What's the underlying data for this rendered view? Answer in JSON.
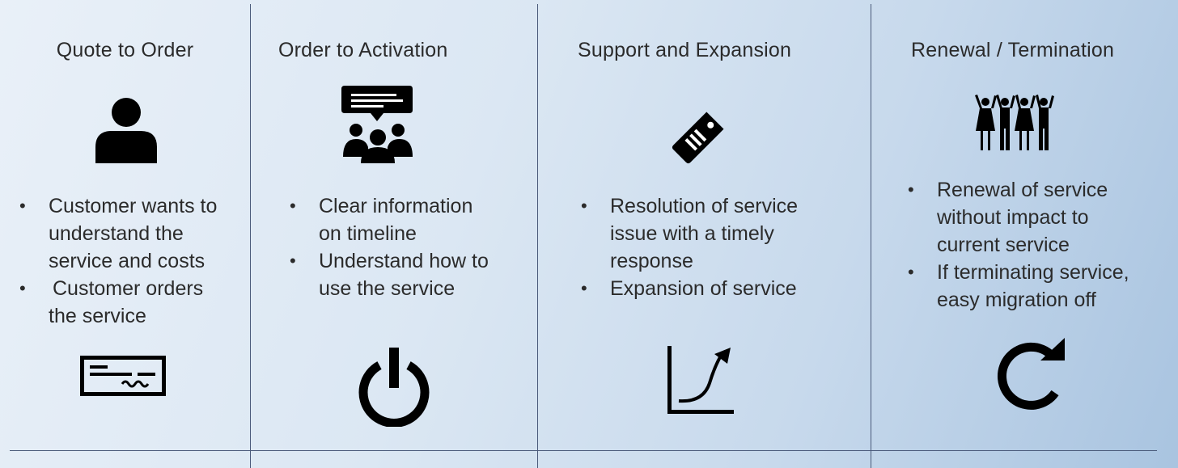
{
  "columns": [
    {
      "title": "Quote to Order",
      "top_icon": "person-icon",
      "bullets": [
        "Customer wants to understand the service and costs",
        "Customer orders the service"
      ],
      "bottom_icon": "check-icon"
    },
    {
      "title": "Order to Activation",
      "top_icon": "meeting-icon",
      "bullets": [
        "Clear information on timeline",
        "Understand how to use the service"
      ],
      "bottom_icon": "power-icon"
    },
    {
      "title": "Support and Expansion",
      "top_icon": "tag-icon",
      "bullets": [
        "Resolution of service issue with a timely response",
        "Expansion of service"
      ],
      "bottom_icon": "growth-chart-icon"
    },
    {
      "title": "Renewal / Termination",
      "top_icon": "team-celebration-icon",
      "bullets": [
        "Renewal of service without impact to current service",
        "If terminating service, easy migration off"
      ],
      "bottom_icon": "refresh-icon"
    }
  ],
  "bullet_glyph": "•",
  "colors": {
    "text": "#2b2b2b",
    "icon": "#000000",
    "divider": "#4a5a7a"
  }
}
